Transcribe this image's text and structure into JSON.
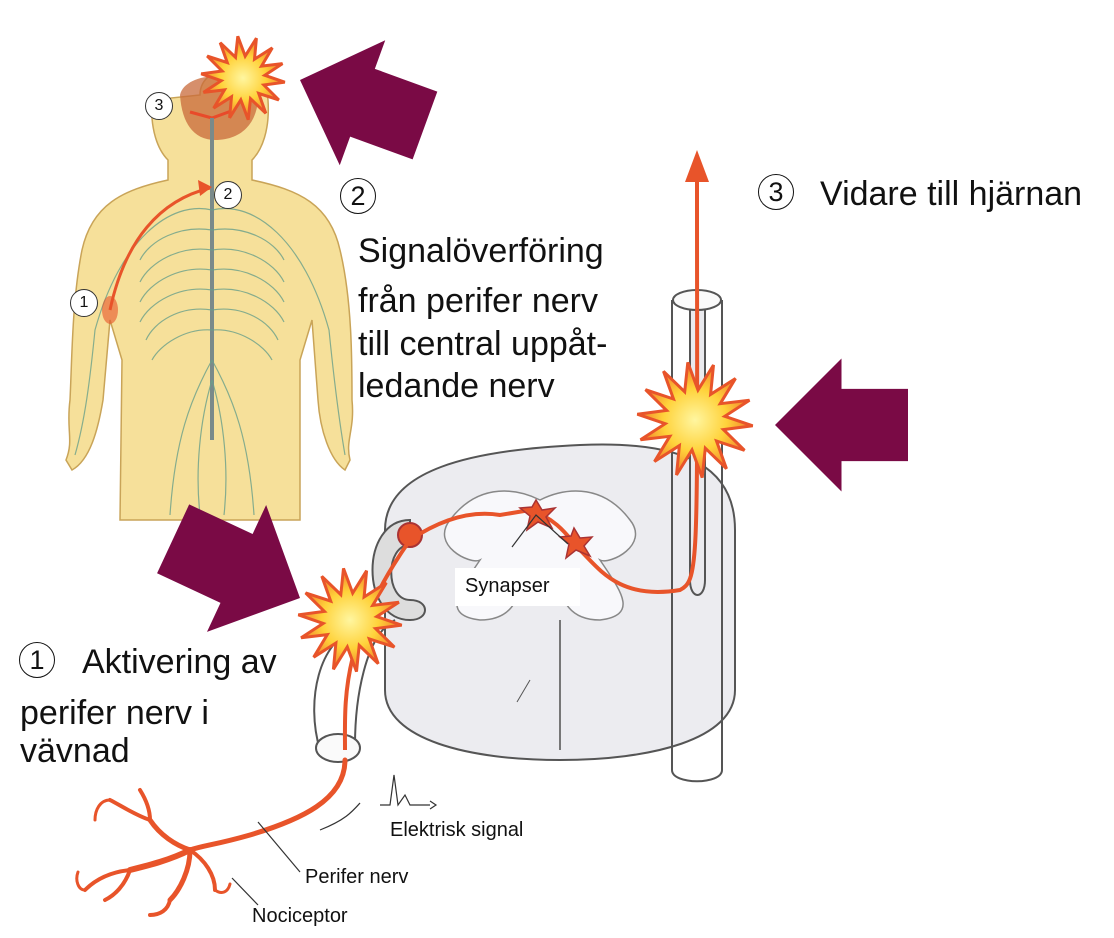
{
  "steps": [
    {
      "num": "1",
      "lines": [
        "Aktivering av",
        "perifer nerv i",
        "vävnad"
      ]
    },
    {
      "num": "2",
      "lines": [
        "Signalöverföring",
        "från perifer nerv",
        "till central uppåt-",
        "ledande nerv"
      ]
    },
    {
      "num": "3",
      "text": "Vidare till hjärnan"
    }
  ],
  "body_markers": [
    "1",
    "2",
    "3"
  ],
  "labels": {
    "synapser": "Synapser",
    "signal": "Elektrisk signal",
    "perifer_nerv": "Perifer nerv",
    "nociceptor": "Nociceptor"
  },
  "colors": {
    "arrow": "#7a0a45",
    "nerve": "#e8542a",
    "skin": "#f6e09a",
    "burst_outer": "#e8542a",
    "burst_inner": "#ffe56a"
  },
  "icons": [
    "pain-burst-icon",
    "purple-arrow-icon"
  ]
}
